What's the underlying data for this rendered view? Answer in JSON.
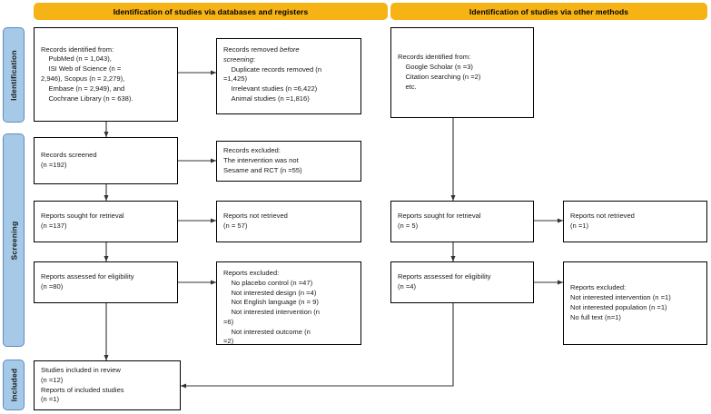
{
  "diagram": {
    "title": "PRISMA 2020 flow diagram",
    "colors": {
      "banner": "#F5B316",
      "rail": "#A6C9E8",
      "rail_border": "#5E8CBF",
      "box_border": "#000000",
      "connector": "#333333",
      "text": "#1A1A1A",
      "background": "#FFFFFF"
    }
  },
  "banners": [
    {
      "id": "databases-registers",
      "label": "Identification of studies via databases and registers"
    },
    {
      "id": "other-methods",
      "label": "Identification of studies via other methods"
    }
  ],
  "rails": [
    {
      "id": "identification",
      "label": "Identification"
    },
    {
      "id": "screening",
      "label": "Screening"
    },
    {
      "id": "included",
      "label": "Included"
    }
  ],
  "boxes": {
    "records_identified": {
      "name": "records-identified-box",
      "lines": [
        "Records identified from:",
        "    PubMed (n = 1,043),",
        "    ISI Web of Science (n =",
        "2,946), Scopus (n = 2,279),",
        "    Embase (n = 2,949), and",
        "    Cochrane Library (n = 638)."
      ],
      "text": "Records identified from:\n    PubMed (n = 1,043),\n    ISI Web of Science (n =\n2,946), Scopus (n = 2,279),\n    Embase (n = 2,949), and\n    Cochrane Library (n = 638)."
    },
    "records_removed": {
      "name": "records-removed-box",
      "heading": "Records removed before screening:",
      "text": "Records removed before\nscreening:\n    Duplicate records removed (n\n=1,425)\n    Irrelevant studies (n =6,422)\n    Animal studies (n =1,816)"
    },
    "records_screened": {
      "name": "records-screened-box",
      "text": "Records screened\n(n =192)"
    },
    "records_excluded": {
      "name": "records-excluded-box",
      "text": "Records excluded:\nThe intervention was not\nSesame and RCT (n =55)"
    },
    "reports_sought": {
      "name": "reports-sought-box",
      "text": "Reports sought for retrieval\n(n =137)"
    },
    "reports_not_retrieved": {
      "name": "reports-not-retrieved-box",
      "text": "Reports not retrieved\n(n = 57)"
    },
    "reports_assessed": {
      "name": "reports-assessed-box",
      "text": "Reports assessed for eligibility\n(n =80)"
    },
    "reports_excluded": {
      "name": "reports-excluded-box",
      "text": "Reports excluded:\n    No placebo control (n =47)\n    Not interested design (n =4)\n    Not English language (n = 9)\n    Not interested intervention (n\n=6)\n    Not interested outcome (n\n=2)"
    },
    "studies_included": {
      "name": "studies-included-box",
      "text": "Studies included in review\n(n =12)\nReports of included studies\n(n =1)"
    },
    "other_identified": {
      "name": "other-records-identified-box",
      "text": "Records identified from:\n    Google Scholar (n =3)\n    Citation searching (n =2)\n    etc."
    },
    "other_reports_sought": {
      "name": "other-reports-sought-box",
      "text": "Reports sought for retrieval\n(n = 5)"
    },
    "other_not_retrieved": {
      "name": "other-reports-not-retrieved-box",
      "text": "Reports not retrieved\n(n =1)"
    },
    "other_reports_assessed": {
      "name": "other-reports-assessed-box",
      "text": "Reports assessed for eligibility\n(n =4)"
    },
    "other_reports_excluded": {
      "name": "other-reports-excluded-box",
      "text": "Reports excluded:\nNot interested intervention (n =1)\nNot interested population (n =1)\nNo full text (n=1)"
    }
  },
  "chart_data": {
    "type": "diagram",
    "subtype": "prisma-flow",
    "columns": [
      {
        "name": "Identification of studies via databases and registers",
        "nodes": [
          {
            "id": "records_identified",
            "label": "Records identified from",
            "sources": [
              {
                "source": "PubMed",
                "n": 1043
              },
              {
                "source": "ISI Web of Science",
                "n": 2946
              },
              {
                "source": "Scopus",
                "n": 2279
              },
              {
                "source": "Embase",
                "n": 2949
              },
              {
                "source": "Cochrane Library",
                "n": 638
              }
            ]
          },
          {
            "id": "records_removed",
            "label": "Records removed before screening",
            "reasons": [
              {
                "reason": "Duplicate records removed",
                "n": 1425
              },
              {
                "reason": "Irrelevant studies",
                "n": 6422
              },
              {
                "reason": "Animal studies",
                "n": 1816
              }
            ]
          },
          {
            "id": "records_screened",
            "label": "Records screened",
            "n": 192
          },
          {
            "id": "records_excluded",
            "label": "Records excluded: The intervention was not Sesame and RCT",
            "n": 55
          },
          {
            "id": "reports_sought",
            "label": "Reports sought for retrieval",
            "n": 137
          },
          {
            "id": "reports_not_retrieved",
            "label": "Reports not retrieved",
            "n": 57
          },
          {
            "id": "reports_assessed",
            "label": "Reports assessed for eligibility",
            "n": 80
          },
          {
            "id": "reports_excluded",
            "label": "Reports excluded",
            "reasons": [
              {
                "reason": "No placebo control",
                "n": 47
              },
              {
                "reason": "Not interested design",
                "n": 4
              },
              {
                "reason": "Not English language",
                "n": 9
              },
              {
                "reason": "Not interested intervention",
                "n": 6
              },
              {
                "reason": "Not interested outcome",
                "n": 2
              }
            ]
          }
        ]
      },
      {
        "name": "Identification of studies via other methods",
        "nodes": [
          {
            "id": "other_identified",
            "label": "Records identified from",
            "sources": [
              {
                "source": "Google Scholar",
                "n": 3
              },
              {
                "source": "Citation searching",
                "n": 2
              },
              {
                "source": "etc.",
                "n": null
              }
            ]
          },
          {
            "id": "other_reports_sought",
            "label": "Reports sought for retrieval",
            "n": 5
          },
          {
            "id": "other_not_retrieved",
            "label": "Reports not retrieved",
            "n": 1
          },
          {
            "id": "other_reports_assessed",
            "label": "Reports assessed for eligibility",
            "n": 4
          },
          {
            "id": "other_reports_excluded",
            "label": "Reports excluded",
            "reasons": [
              {
                "reason": "Not interested intervention",
                "n": 1
              },
              {
                "reason": "Not interested population",
                "n": 1
              },
              {
                "reason": "No full text",
                "n": 1
              }
            ]
          }
        ]
      }
    ],
    "outcome": {
      "studies_included_in_review": 12,
      "reports_of_included_studies": 1
    },
    "stages": [
      "Identification",
      "Screening",
      "Included"
    ]
  }
}
